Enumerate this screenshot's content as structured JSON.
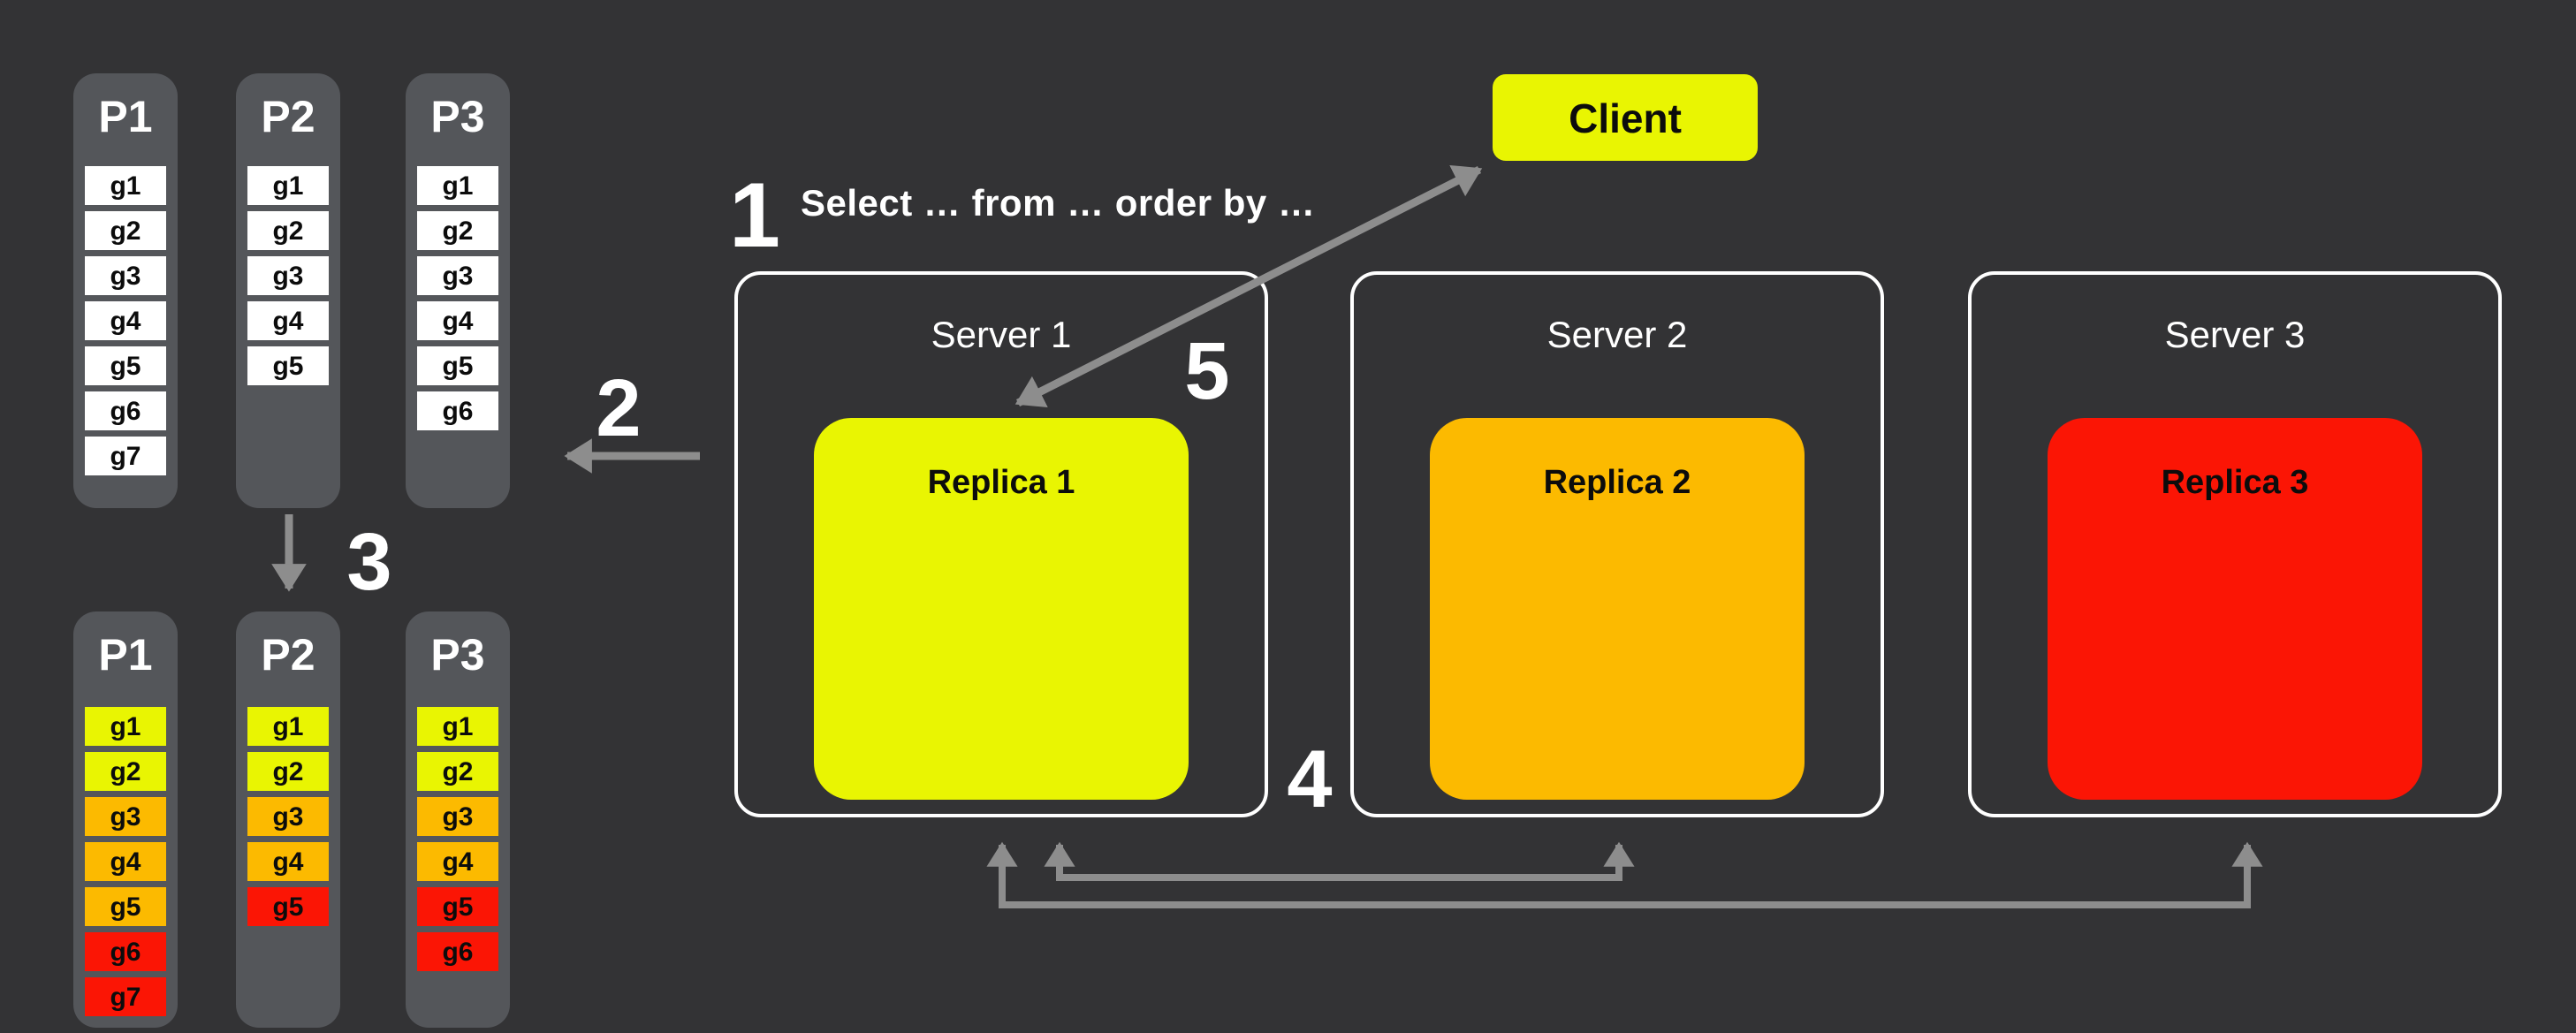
{
  "diagram_title": "Distributed query with partitions, replicas and servers",
  "colors": {
    "background": "#333335",
    "column_gray": "#54565a",
    "server_border": "#ffffff",
    "arrow_gray": "#8d8d8d",
    "white": "#ffffff",
    "yellow": "#e9f502",
    "orange": "#fcba00",
    "red": "#fb1505"
  },
  "steps": [
    {
      "n": "1",
      "note": "Select … from … order by …"
    },
    {
      "n": "2"
    },
    {
      "n": "3"
    },
    {
      "n": "4"
    },
    {
      "n": "5"
    }
  ],
  "client": {
    "label": "Client",
    "color": "yellow"
  },
  "servers": [
    {
      "title": "Server 1",
      "replica": {
        "label": "Replica 1",
        "color": "yellow"
      }
    },
    {
      "title": "Server 2",
      "replica": {
        "label": "Replica 2",
        "color": "orange"
      }
    },
    {
      "title": "Server 3",
      "replica": {
        "label": "Replica 3",
        "color": "red"
      }
    }
  ],
  "partitions_top": [
    {
      "title": "P1",
      "items": [
        {
          "label": "g1",
          "color": "white"
        },
        {
          "label": "g2",
          "color": "white"
        },
        {
          "label": "g3",
          "color": "white"
        },
        {
          "label": "g4",
          "color": "white"
        },
        {
          "label": "g5",
          "color": "white"
        },
        {
          "label": "g6",
          "color": "white"
        },
        {
          "label": "g7",
          "color": "white"
        }
      ]
    },
    {
      "title": "P2",
      "items": [
        {
          "label": "g1",
          "color": "white"
        },
        {
          "label": "g2",
          "color": "white"
        },
        {
          "label": "g3",
          "color": "white"
        },
        {
          "label": "g4",
          "color": "white"
        },
        {
          "label": "g5",
          "color": "white"
        }
      ]
    },
    {
      "title": "P3",
      "items": [
        {
          "label": "g1",
          "color": "white"
        },
        {
          "label": "g2",
          "color": "white"
        },
        {
          "label": "g3",
          "color": "white"
        },
        {
          "label": "g4",
          "color": "white"
        },
        {
          "label": "g5",
          "color": "white"
        },
        {
          "label": "g6",
          "color": "white"
        }
      ]
    }
  ],
  "partitions_bottom": [
    {
      "title": "P1",
      "items": [
        {
          "label": "g1",
          "color": "yellow"
        },
        {
          "label": "g2",
          "color": "yellow"
        },
        {
          "label": "g3",
          "color": "orange"
        },
        {
          "label": "g4",
          "color": "orange"
        },
        {
          "label": "g5",
          "color": "orange"
        },
        {
          "label": "g6",
          "color": "red"
        },
        {
          "label": "g7",
          "color": "red"
        }
      ]
    },
    {
      "title": "P2",
      "items": [
        {
          "label": "g1",
          "color": "yellow"
        },
        {
          "label": "g2",
          "color": "yellow"
        },
        {
          "label": "g3",
          "color": "orange"
        },
        {
          "label": "g4",
          "color": "orange"
        },
        {
          "label": "g5",
          "color": "red"
        }
      ]
    },
    {
      "title": "P3",
      "items": [
        {
          "label": "g1",
          "color": "yellow"
        },
        {
          "label": "g2",
          "color": "yellow"
        },
        {
          "label": "g3",
          "color": "orange"
        },
        {
          "label": "g4",
          "color": "orange"
        },
        {
          "label": "g5",
          "color": "red"
        },
        {
          "label": "g6",
          "color": "red"
        }
      ]
    }
  ]
}
